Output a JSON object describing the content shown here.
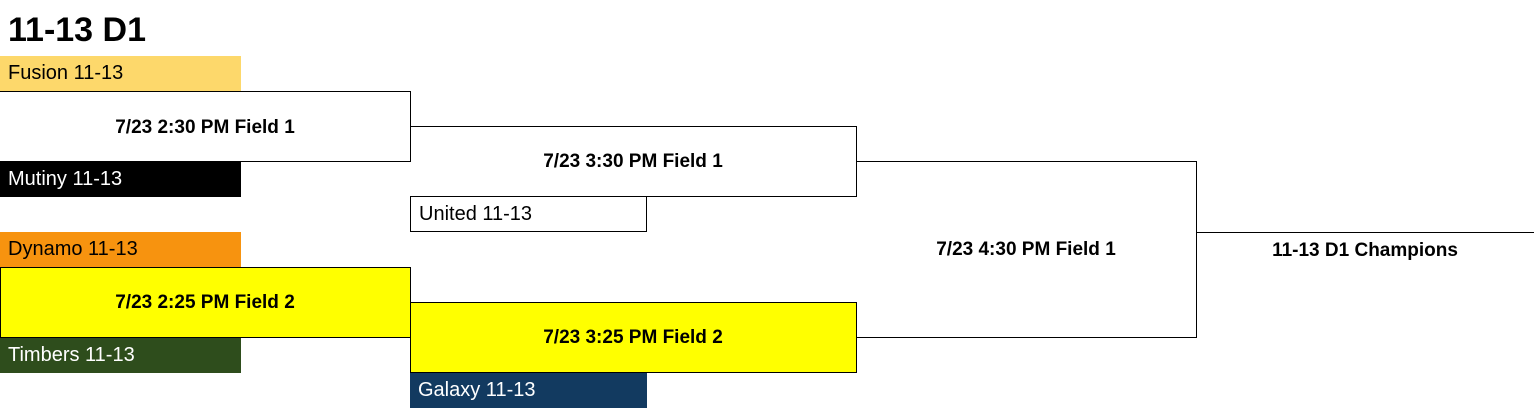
{
  "title": "11-13 D1",
  "teams": {
    "fusion": {
      "label": "Fusion 11-13",
      "bg": "#fdd86b",
      "fg": "#000000"
    },
    "mutiny": {
      "label": "Mutiny 11-13",
      "bg": "#000000",
      "fg": "#ffffff"
    },
    "dynamo": {
      "label": "Dynamo 11-13",
      "bg": "#f7930f",
      "fg": "#000000"
    },
    "timbers": {
      "label": "Timbers 11-13",
      "bg": "#2e4d1c",
      "fg": "#ffffff"
    },
    "united": {
      "label": "United 11-13",
      "bg": "#ffffff",
      "fg": "#000000"
    },
    "galaxy": {
      "label": "Galaxy 11-13",
      "bg": "#123a60",
      "fg": "#ffffff"
    }
  },
  "games": {
    "r1_top": "7/23 2:30 PM Field 1",
    "r1_bottom": "7/23 2:25 PM Field 2",
    "r2_top": "7/23 3:30 PM Field 1",
    "r2_bottom": "7/23 3:25 PM Field 2",
    "final": "7/23 4:30 PM Field 1"
  },
  "champion": "11-13 D1 Champions",
  "colors": {
    "highlight_game": "#ffff00"
  }
}
